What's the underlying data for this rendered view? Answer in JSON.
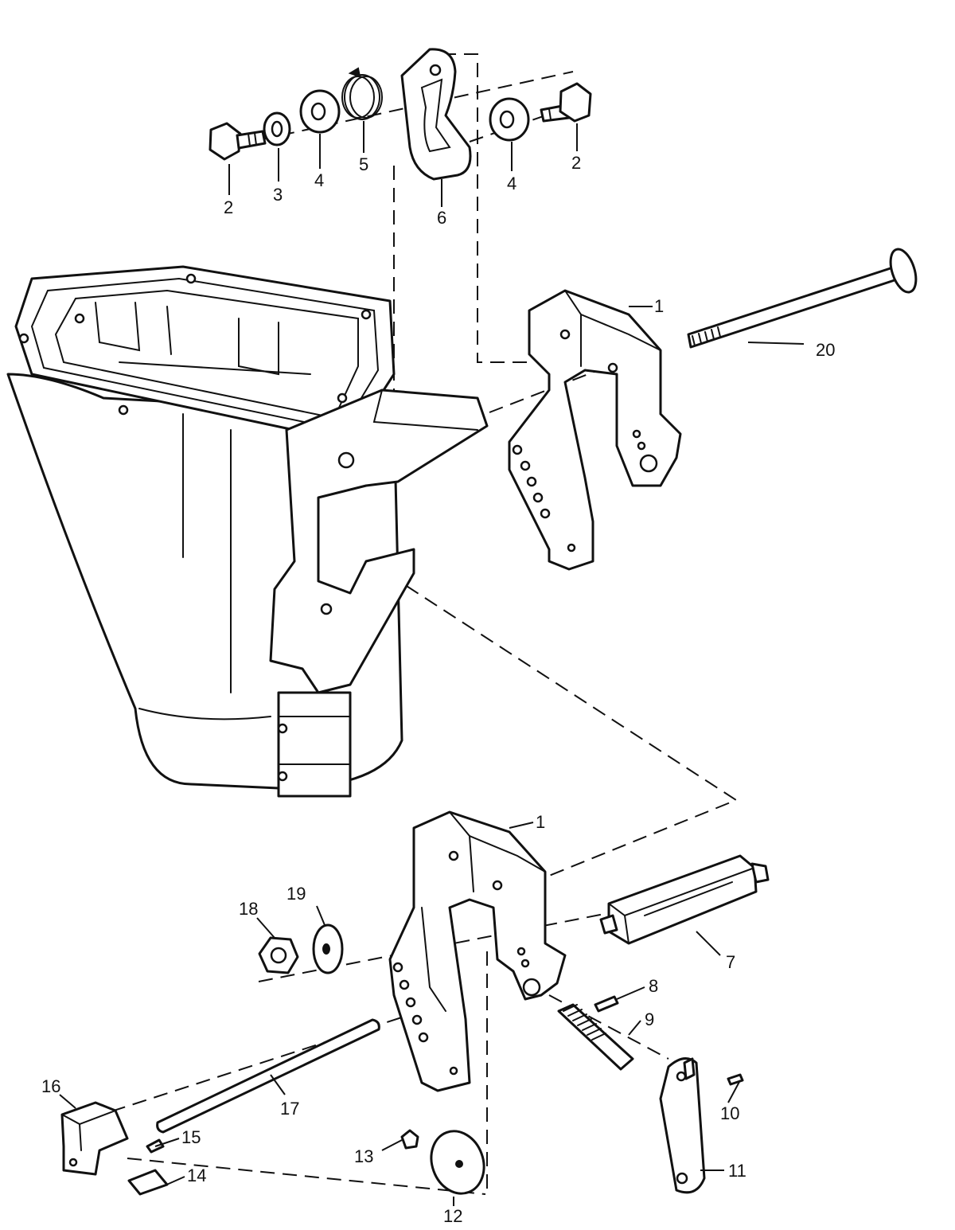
{
  "callouts": {
    "c2a": "2",
    "c3": "3",
    "c4a": "4",
    "c5": "5",
    "c6": "6",
    "c4b": "4",
    "c2b": "2",
    "c1a": "1",
    "c20": "20",
    "c1b": "1",
    "c19": "19",
    "c18": "18",
    "c7": "7",
    "c8": "8",
    "c9": "9",
    "c10": "10",
    "c11": "11",
    "c12": "12",
    "c13": "13",
    "c14": "14",
    "c15": "15",
    "c16": "16",
    "c17": "17"
  },
  "colors": {
    "ink": "#111111",
    "paper": "#ffffff"
  }
}
